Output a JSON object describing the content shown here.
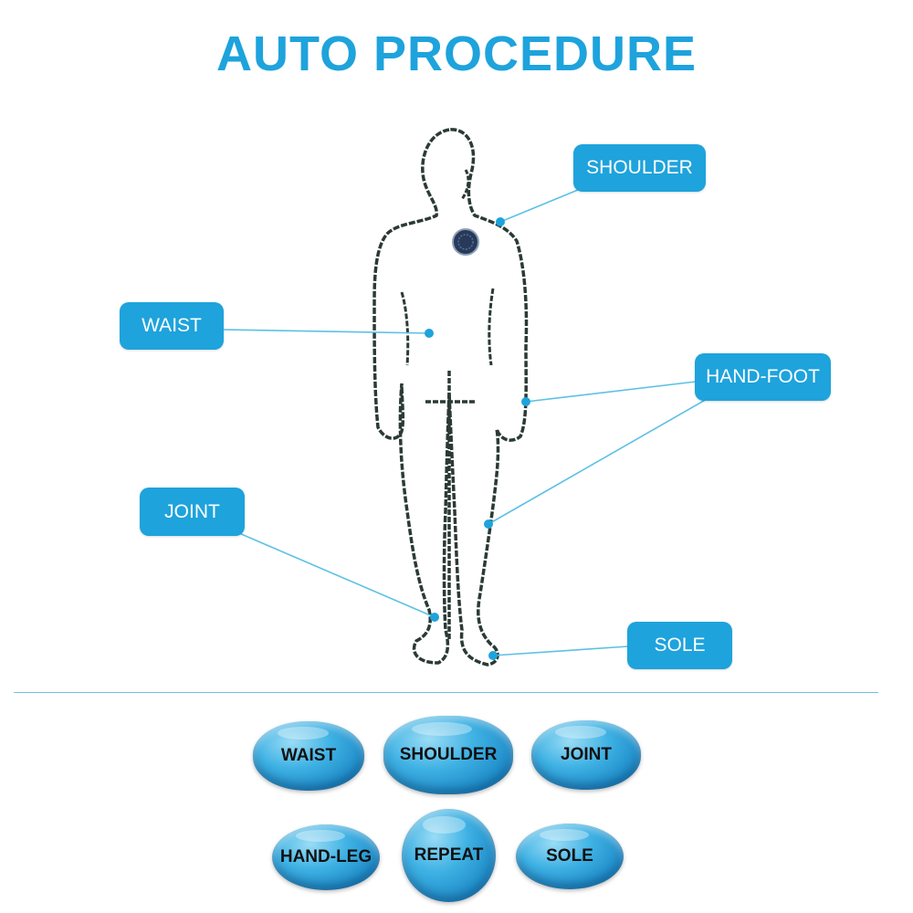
{
  "title": "AUTO PROCEDURE",
  "labels": {
    "shoulder": "SHOULDER",
    "waist": "WAIST",
    "hand_foot": "HAND-FOOT",
    "joint": "JOINT",
    "sole": "SOLE"
  },
  "buttons": {
    "waist": "WAIST",
    "shoulder": "SHOULDER",
    "joint": "JOINT",
    "hand_leg": "HAND-LEG",
    "repeat": "REPEAT",
    "sole": "SOLE"
  },
  "colors": {
    "accent": "#1ea3dc",
    "outline": "#2b3a35",
    "pad": "#283a5c"
  }
}
